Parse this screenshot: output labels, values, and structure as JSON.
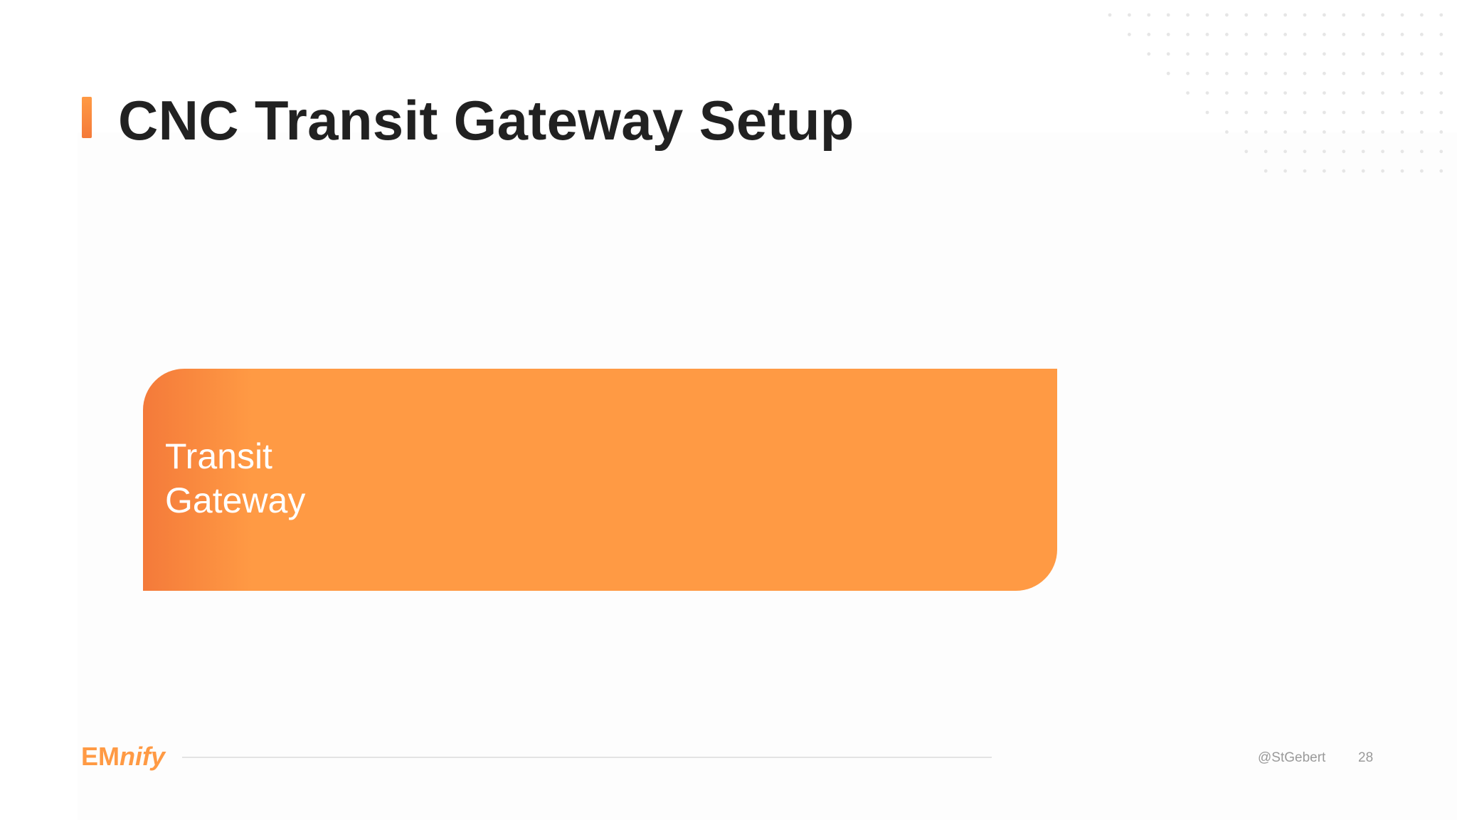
{
  "slide": {
    "title": "CNC Transit Gateway Setup",
    "box_label": "Transit\nGateway",
    "footer": {
      "logo_em": "EM",
      "logo_nify": "nify",
      "handle": "@StGebert",
      "page_number": "28"
    }
  },
  "colors": {
    "accent_orange": "#ff9a44",
    "accent_orange_dark": "#f47a3a",
    "title_text": "#212121",
    "box_text": "#ffffff",
    "footer_text": "#9a9a9a"
  }
}
